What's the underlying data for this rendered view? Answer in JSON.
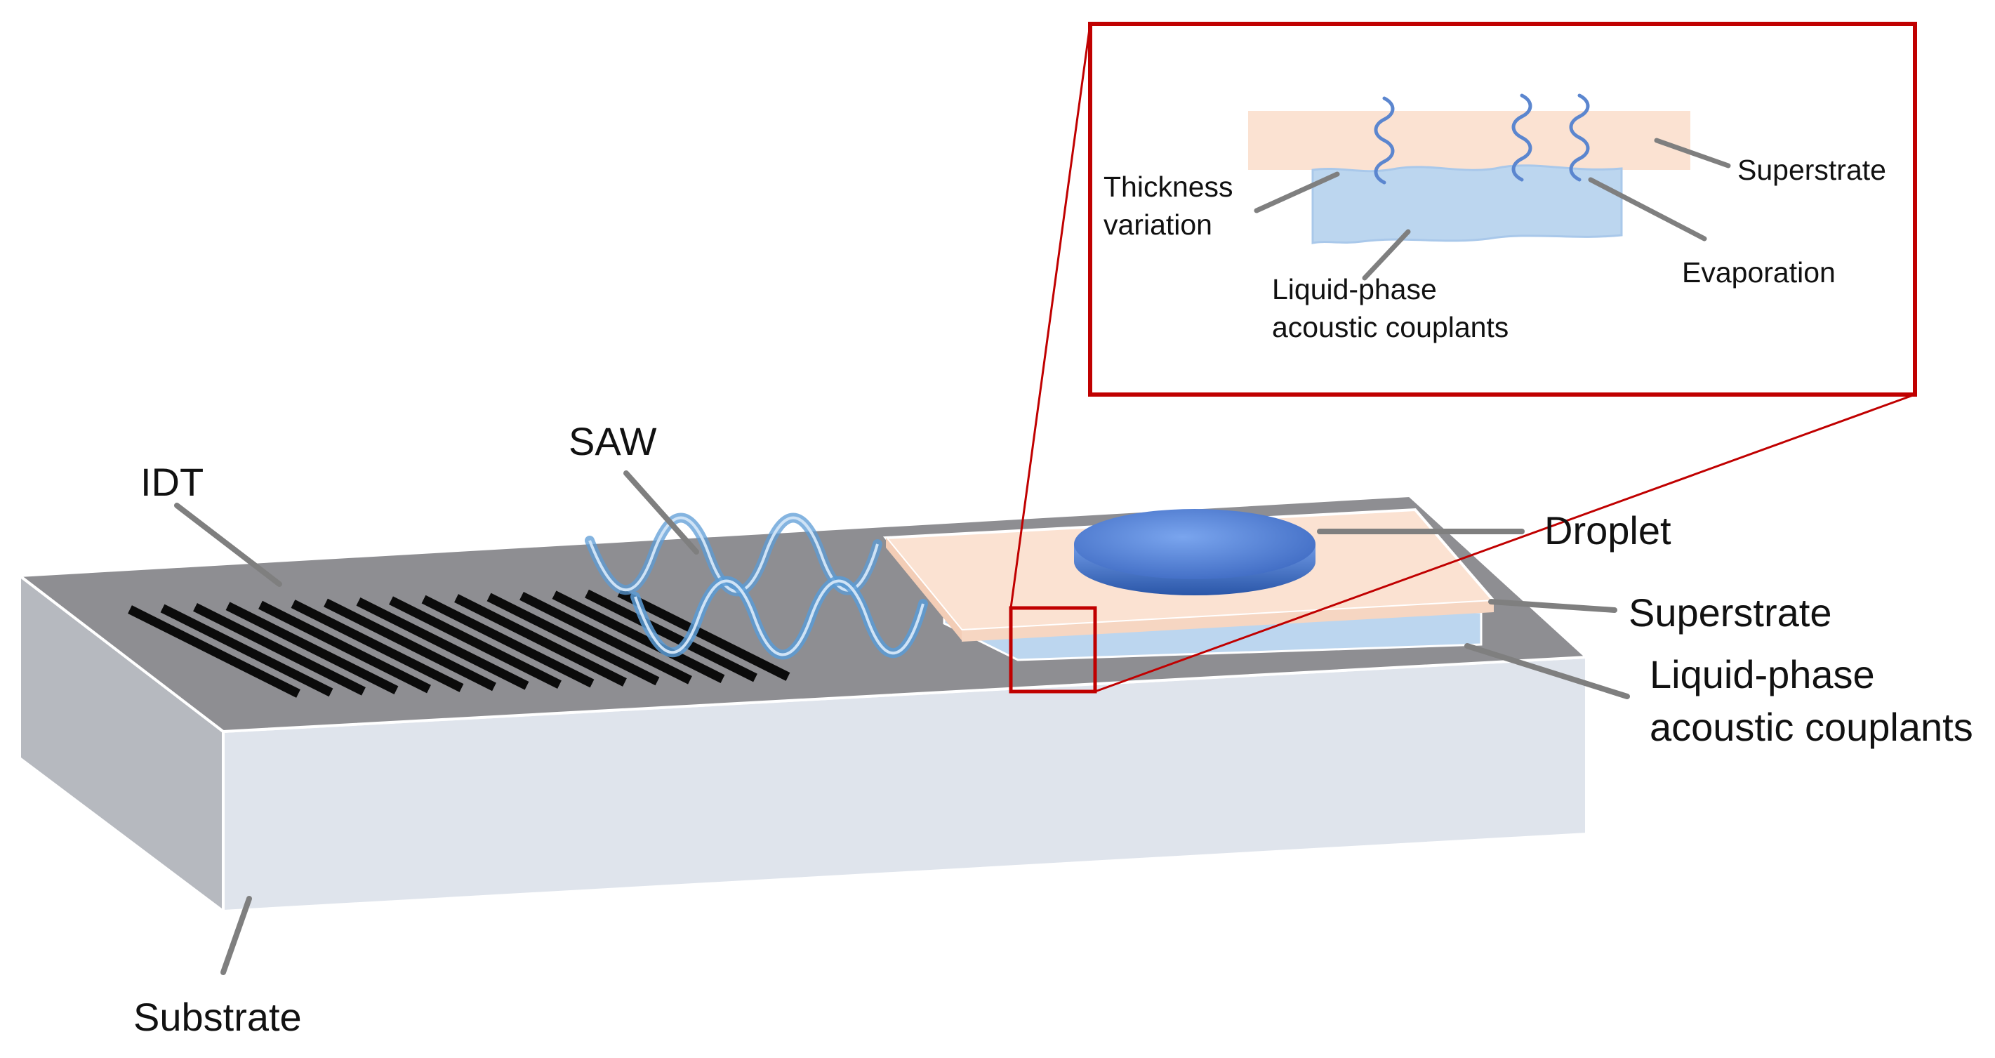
{
  "labels": {
    "idt": "IDT",
    "saw": "SAW",
    "substrate": "Substrate",
    "droplet": "Droplet",
    "superstrate": "Superstrate",
    "couplant_line1": "Liquid-phase",
    "couplant_line2": "acoustic couplants"
  },
  "inset": {
    "superstrate": "Superstrate",
    "thickness_line1": "Thickness",
    "thickness_line2": "variation",
    "couplant_line1": "Liquid-phase",
    "couplant_line2": "acoustic couplants",
    "evaporation": "Evaporation"
  },
  "colors": {
    "substrate_top": "#8e8e92",
    "substrate_front": "#dfe4ec",
    "substrate_side": "#b6b9bf",
    "idt_bar": "#0b0b0b",
    "saw_wave": "#5b9bd5",
    "superstrate": "#fbe2d2",
    "couplant": "#bcd6ef",
    "droplet": "#3d6fc9",
    "zoom_box": "#c00000",
    "leader_line": "#7f7f7f"
  },
  "idt_finger_count": 16
}
